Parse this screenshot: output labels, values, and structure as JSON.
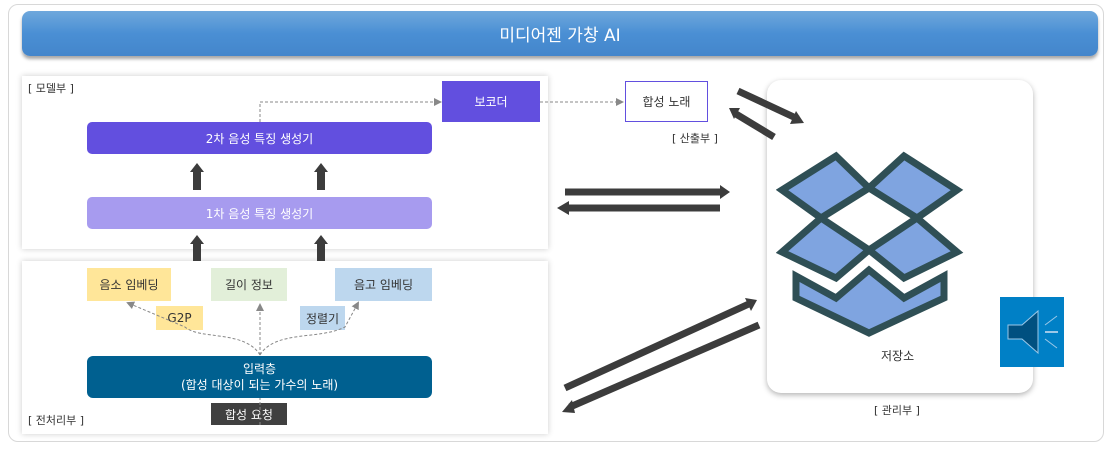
{
  "header": {
    "title": "미디어젠 가창 AI"
  },
  "model": {
    "label": "[ 모델부 ]",
    "vocoder": "보코더",
    "second_gen": "2차 음성 특징 생성기",
    "first_gen": "1차 음성 특징 생성기"
  },
  "preprocess": {
    "label": "[ 전처리부 ]",
    "phoneme_embedding": "음소 임베딩",
    "duration_info": "길이 정보",
    "pitch_embedding": "음고 임베딩",
    "g2p": "G2P",
    "aligner": "정렬기",
    "input_layer_line1": "입력층",
    "input_layer_line2": "(합성 대상이 되는 가수의 노래)",
    "request": "합성 요청"
  },
  "output": {
    "synth_song": "합성 노래",
    "label": "[ 산출부 ]"
  },
  "management": {
    "storage": "저장소",
    "label": "[ 관리부 ]"
  },
  "colors": {
    "dark_purple": "#624fdf",
    "light_purple": "#a79bef",
    "input_blue": "#006090",
    "yellow": "#ffe699",
    "green": "#e2efd9",
    "blue_light": "#bdd7ee",
    "header_blue": "#4a8fd4",
    "dropbox_fill": "#7fa4e0",
    "dropbox_stroke": "#2f4f55",
    "speaker_bg": "#0080c6"
  }
}
